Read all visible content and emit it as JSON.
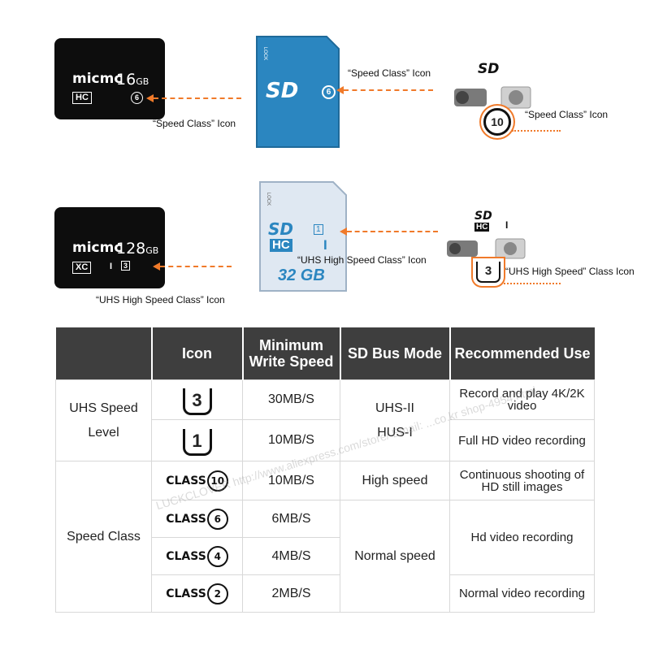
{
  "top": {
    "card1": {
      "brand": "micmc",
      "capacity": "16",
      "unit": "GB",
      "kind": "HC",
      "mark": "6"
    },
    "card1_label": "“Speed Class” Icon",
    "sd1": {
      "logo": "SD",
      "mark": "6",
      "lock": "LOCK"
    },
    "sd1_label": "“Speed Class” Icon",
    "device1": {
      "logo": "SD",
      "mark": "10"
    },
    "device1_label": "“Speed Class” Icon",
    "card2": {
      "brand": "micmc",
      "capacity": "128",
      "unit": "GB",
      "kind": "XC",
      "roman": "I",
      "mark": "3"
    },
    "card2_label": "“UHS High Speed Class” Icon",
    "sd2": {
      "logo": "SD",
      "kind": "HC",
      "roman": "I",
      "mark": "1",
      "capacity": "32 GB",
      "lock": "LOCK"
    },
    "sd2_label": "“UHS High Speed Class” Icon",
    "device2": {
      "logo": "SD",
      "kind": "HC",
      "roman": "I",
      "mark": "3"
    },
    "device2_label": "“UHS High Speed” Class Icon"
  },
  "table": {
    "headers": [
      "",
      "Icon",
      "Minimum Write Speed",
      "SD Bus Mode",
      "Recommended Use"
    ],
    "uhs_group": "UHS Speed Level",
    "speed_group": "Speed Class",
    "rows": [
      {
        "icon": "3",
        "speed": "30MB/S",
        "use": "Record and play 4K/2K video"
      },
      {
        "icon": "1",
        "speed": "10MB/S",
        "use": "Full HD video recording"
      },
      {
        "icon": "10",
        "speed": "10MB/S",
        "use": "Continuous shooting of HD still images"
      },
      {
        "icon": "6",
        "speed": "6MB/S",
        "use": "Hd video recording"
      },
      {
        "icon": "4",
        "speed": "4MB/S",
        "use": ""
      },
      {
        "icon": "2",
        "speed": "2MB/S",
        "use": "Normal video recording"
      }
    ],
    "bus_uhs_line1": "UHS-II",
    "bus_uhs_line2": "HUS-I",
    "bus_high": "High speed",
    "bus_normal": "Normal speed",
    "class_word": "CLASS"
  },
  "watermark": "LUCKCLOVER http://www.aliexpress.com/store/ Email: ...co.kr shop-4954.html",
  "colors": {
    "accent": "#f07a2a",
    "sd_blue": "#2b86c0",
    "header": "#3e3e3e"
  }
}
